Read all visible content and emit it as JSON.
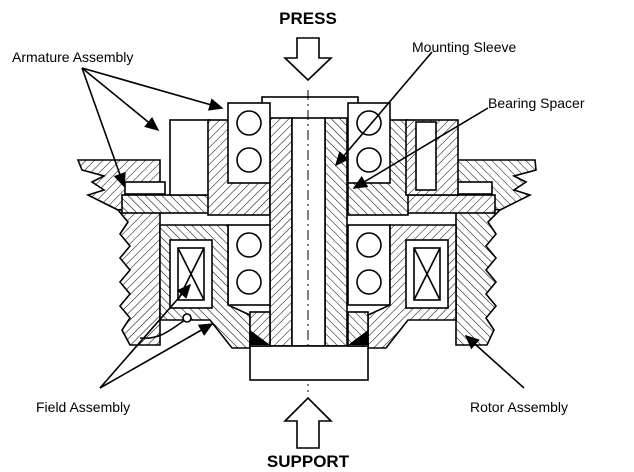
{
  "labels": {
    "press": "PRESS",
    "support": "SUPPORT",
    "armature_assembly": "Armature Assembly",
    "mounting_sleeve": "Mounting Sleeve",
    "bearing_spacer": "Bearing Spacer",
    "field_assembly": "Field Assembly",
    "rotor_assembly": "Rotor Assembly"
  }
}
